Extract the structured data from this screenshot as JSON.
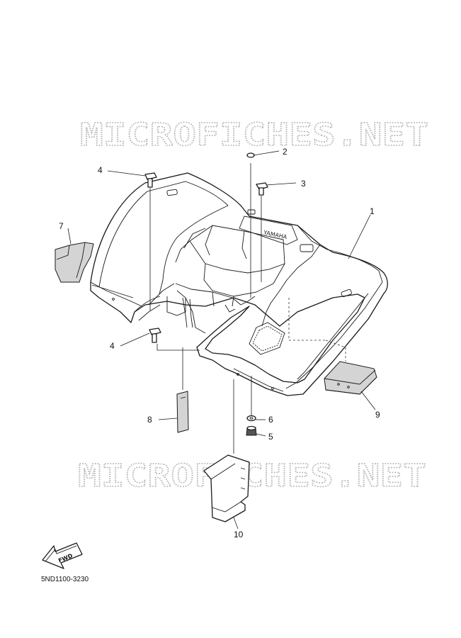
{
  "watermarks": [
    "MICROFICHES.NET",
    "MICROFICHES.NET"
  ],
  "callouts": [
    "1",
    "2",
    "3",
    "4",
    "4",
    "5",
    "6",
    "7",
    "8",
    "9",
    "10"
  ],
  "fwd_arrow_label": "FWD",
  "fender_brand_text": "YAMAHA",
  "diagram_code": "5ND1100-3230"
}
